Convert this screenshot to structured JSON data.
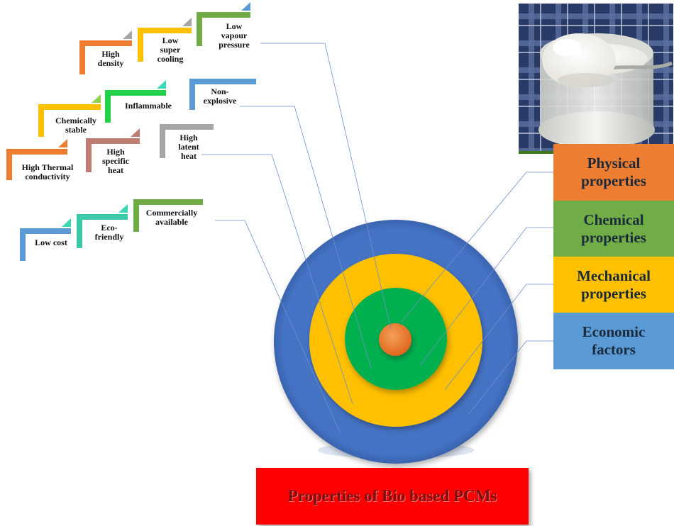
{
  "title": "Properties of Bio based PCMs",
  "colors": {
    "outer_ring": "#4472c4",
    "middle_ring": "#ffc000",
    "inner_ring": "#00b050",
    "core": "#ed7d31",
    "physical": "#ed7d31",
    "chemical": "#70ad47",
    "mechanical": "#ffc000",
    "economic": "#5b9bd5",
    "title_bg": "#ff0000"
  },
  "legend": [
    {
      "label": "Physical properties",
      "color": "#ed7d31"
    },
    {
      "label": "Chemical properties",
      "color": "#70ad47"
    },
    {
      "label": "Mechanical properties",
      "color": "#ffc000"
    },
    {
      "label": "Economic factors",
      "color": "#5b9bd5"
    }
  ],
  "groups": {
    "physical": [
      "High density",
      "Low super cooling",
      "Low vapour pressure"
    ],
    "chemical": [
      "Chemically stable",
      "Inflammable",
      "Non-explosive"
    ],
    "mechanical": [
      "High Thermal conductivity",
      "High specific heat",
      "High latent heat"
    ],
    "economic": [
      "Low cost",
      "Eco-friendly",
      "Commercially available"
    ]
  },
  "steps": [
    {
      "name": "step-high-density",
      "lines": [
        "High",
        "density"
      ],
      "color": "#ed7d31",
      "tri": "#a5a5a5"
    },
    {
      "name": "step-low-super-cooling",
      "lines": [
        "Low",
        "super",
        "cooling"
      ],
      "color": "#ffc000",
      "tri": "#a5a5a5"
    },
    {
      "name": "step-low-vapour-pressure",
      "lines": [
        "Low",
        "vapour",
        "pressure"
      ],
      "color": "#70ad47",
      "tri": "#5b9bd5"
    },
    {
      "name": "step-chemically-stable",
      "lines": [
        "Chemically",
        "stable"
      ],
      "color": "#ffc000",
      "tri": "#92d050"
    },
    {
      "name": "step-inflammable",
      "lines": [
        "Inflammable"
      ],
      "color": "#22d04a",
      "tri": "#3cd7b5"
    },
    {
      "name": "step-non-explosive",
      "lines": [
        "Non-",
        "explosive"
      ],
      "color": "#5b9bd5",
      "tri": null
    },
    {
      "name": "step-high-thermal-conductivity",
      "lines": [
        "High Thermal",
        "conductivity"
      ],
      "color": "#ed7d31",
      "tri": "#ed7d31"
    },
    {
      "name": "step-high-specific-heat",
      "lines": [
        "High",
        "specific",
        "heat"
      ],
      "color": "#c07c70",
      "tri": "#c07c70"
    },
    {
      "name": "step-high-latent-heat",
      "lines": [
        "High",
        "latent",
        "heat"
      ],
      "color": "#a5a5a5",
      "tri": null
    },
    {
      "name": "step-low-cost",
      "lines": [
        "Low cost"
      ],
      "color": "#5b9bd5",
      "tri": "#3cd7b5"
    },
    {
      "name": "step-eco-friendly",
      "lines": [
        "Eco-",
        "friendly"
      ],
      "color": "#3cc9a8",
      "tri": "#3cd7b5"
    },
    {
      "name": "step-commercially-available",
      "lines": [
        "Commercially",
        "available"
      ],
      "color": "#70ad47",
      "tri": null
    }
  ]
}
